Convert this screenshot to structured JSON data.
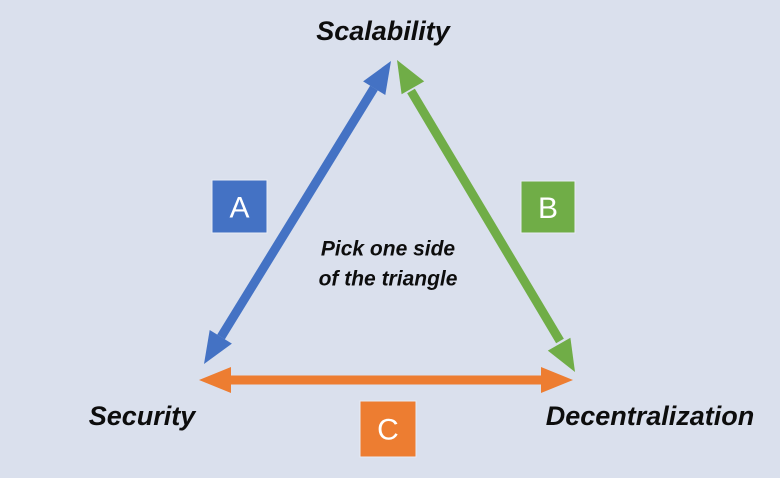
{
  "diagram": {
    "type": "triangle-trilemma",
    "vertices": [
      {
        "id": "scalability",
        "label": "Scalability"
      },
      {
        "id": "security",
        "label": "Security"
      },
      {
        "id": "decentralization",
        "label": "Decentralization"
      }
    ],
    "edges": [
      {
        "id": "A",
        "label": "A",
        "from": "security",
        "to": "scalability",
        "color": "#4472C4",
        "style": "double-arrow"
      },
      {
        "id": "B",
        "label": "B",
        "from": "scalability",
        "to": "decentralization",
        "color": "#70AD47",
        "style": "double-arrow"
      },
      {
        "id": "C",
        "label": "C",
        "from": "security",
        "to": "decentralization",
        "color": "#ED7D31",
        "style": "double-arrow"
      }
    ],
    "center_note": {
      "line1": "Pick one side",
      "line2": "of the triangle"
    },
    "colors": {
      "background": "#DAE0ED",
      "blue": "#4472C4",
      "green": "#70AD47",
      "orange": "#ED7D31",
      "vertex_text": "#0D0D0D",
      "edge_letter_text": "#FFFFFF",
      "box_border": "#E8ECF5"
    }
  }
}
